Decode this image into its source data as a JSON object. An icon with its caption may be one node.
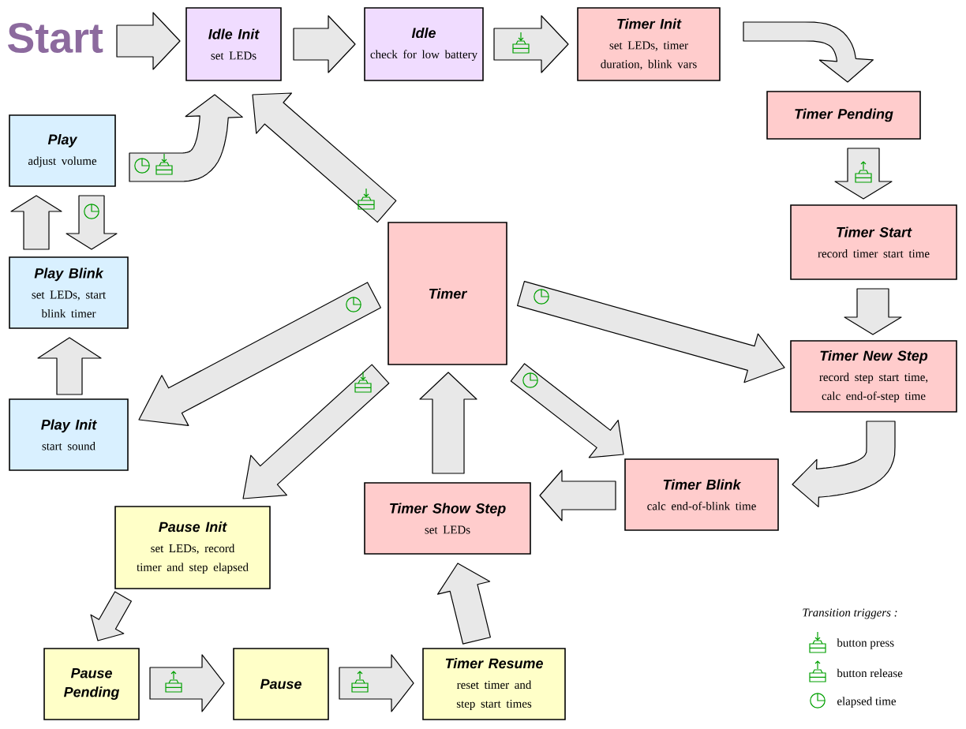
{
  "diagram": {
    "nodes": [
      {
        "text": [
          "Start"
        ]
      },
      {
        "text": [
          "Idle Init",
          "set LEDs"
        ]
      },
      {
        "text": [
          "Idle",
          "check for low battery"
        ]
      },
      {
        "text": [
          "Timer Init",
          "set LEDs, timer duration, blink vars"
        ]
      },
      {
        "text": [
          "Timer Pending"
        ]
      },
      {
        "text": [
          "Timer Start",
          "record timer start time"
        ]
      },
      {
        "text": [
          "Timer New Step",
          "record step start time, calc end-of-step time"
        ]
      },
      {
        "text": [
          "Timer Blink",
          "calc end-of-blink time"
        ]
      },
      {
        "text": [
          "Timer Show Step",
          "set LEDs"
        ]
      },
      {
        "text": [
          "Timer"
        ]
      },
      {
        "text": [
          "Play",
          "adjust volume"
        ]
      },
      {
        "text": [
          "Play Blink",
          "set LEDs, start blink timer"
        ]
      },
      {
        "text": [
          "Play Init",
          "start sound"
        ]
      },
      {
        "text": [
          "Pause Init",
          "set LEDs, record timer and step elapsed"
        ]
      },
      {
        "text": [
          "Pause Pending"
        ]
      },
      {
        "text": [
          "Pause"
        ]
      },
      {
        "text": [
          "Timer Resume",
          "reset timer and step start times"
        ]
      }
    ],
    "edges": [
      {
        "from": 0,
        "to": 1,
        "arrow": "to"
      },
      {
        "from": 1,
        "to": 2,
        "arrow": "to"
      },
      {
        "from": 2,
        "to": 3,
        "arrow": "to"
      },
      {
        "from": 3,
        "to": 4,
        "arrow": "to"
      },
      {
        "from": 4,
        "to": 5,
        "arrow": "to"
      },
      {
        "from": 5,
        "to": 6,
        "arrow": "to"
      },
      {
        "from": 6,
        "to": 7,
        "arrow": "to"
      },
      {
        "from": 7,
        "to": 8,
        "arrow": "to"
      },
      {
        "from": 9,
        "to": 1,
        "arrow": "to"
      },
      {
        "from": 9,
        "to": 6,
        "arrow": "to"
      },
      {
        "from": 9,
        "to": 7,
        "arrow": "to"
      },
      {
        "from": 9,
        "to": 12,
        "arrow": "to"
      },
      {
        "from": 9,
        "to": 13,
        "arrow": "to"
      },
      {
        "from": 10,
        "to": 1,
        "arrow": "to"
      },
      {
        "from": 10,
        "to": 11,
        "arrow": "to"
      },
      {
        "from": 11,
        "to": 10,
        "arrow": "to"
      },
      {
        "from": 12,
        "to": 11,
        "arrow": "to"
      },
      {
        "from": 13,
        "to": 14,
        "arrow": "to"
      },
      {
        "from": 14,
        "to": 15,
        "arrow": "to"
      },
      {
        "from": 15,
        "to": 16,
        "arrow": "to"
      },
      {
        "from": 16,
        "to": 8,
        "arrow": "to"
      },
      {
        "from": 8,
        "to": 9,
        "arrow": "to"
      }
    ],
    "labels": [
      "Transition triggers :"
    ],
    "legend": [
      {
        "text": "button press"
      },
      {
        "text": "button release"
      },
      {
        "text": "elapsed time"
      }
    ]
  }
}
